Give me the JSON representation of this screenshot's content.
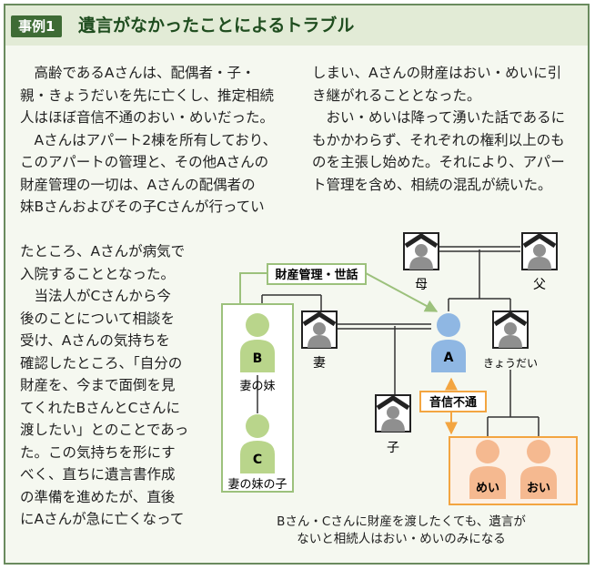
{
  "header": {
    "badge": "事例1",
    "title": "遺言がなかったことによるトラブル"
  },
  "body": {
    "col1_lines": [
      "高齢であるAさんは、配偶者・子・",
      "親・きょうだいを先に亡くし、推定相続",
      "人はほぼ音信不通のおい・めいだった。",
      "Aさんはアパート2棟を所有しており、",
      "このアパートの管理と、その他Aさんの",
      "財産管理の一切は、Aさんの配偶者の",
      "妹Bさんおよびその子Cさんが行ってい"
    ],
    "col1b_lines": [
      "たところ、Aさんが病気で",
      "入院することとなった。",
      "当法人がCさんから今",
      "後のことについて相談を",
      "受け、Aさんの気持ちを",
      "確認したところ、「自分の",
      "財産を、今まで面倒を見",
      "てくれたBさんとCさんに",
      "渡したい」とのことであっ",
      "た。この気持ちを形にす",
      "べく、直ちに遺言書作成",
      "の準備を進めたが、直後",
      "にAさんが急に亡くなって"
    ],
    "col2_lines": [
      "しまい、Aさんの財産はおい・めいに引",
      "き継がれることとなった。",
      "おい・めいは降って湧いた話であるに",
      "もかかわらず、それぞれの権利以上のも",
      "のを主張し始めた。それにより、アパー",
      "ト管理を含め、相続の混乱が続いた。"
    ]
  },
  "diagram": {
    "mother": "母",
    "father": "父",
    "wife": "妻",
    "child": "子",
    "sibling": "きょうだい",
    "a": "A",
    "b": "B",
    "c": "C",
    "b_caption": "妻の妹",
    "c_caption": "妻の妹の子",
    "mei": "めい",
    "oi": "おい",
    "mgmt_label": "財産管理・世話",
    "estranged_label": "音信不通",
    "caption_line1": "Bさん・Cさんに財産を渡したくても、遺言が",
    "caption_line2": "ないと相続人はおい・めいのみになる"
  },
  "colors": {
    "frame": "#6a8b5e",
    "header_bg": "#e2ebd6",
    "badge": "#3e6b35",
    "green_person": "#b9d58b",
    "blue_person": "#8fb7e3",
    "orange_person": "#f5b990",
    "orange_line": "#f3a541",
    "green_line": "#9cc17c"
  }
}
